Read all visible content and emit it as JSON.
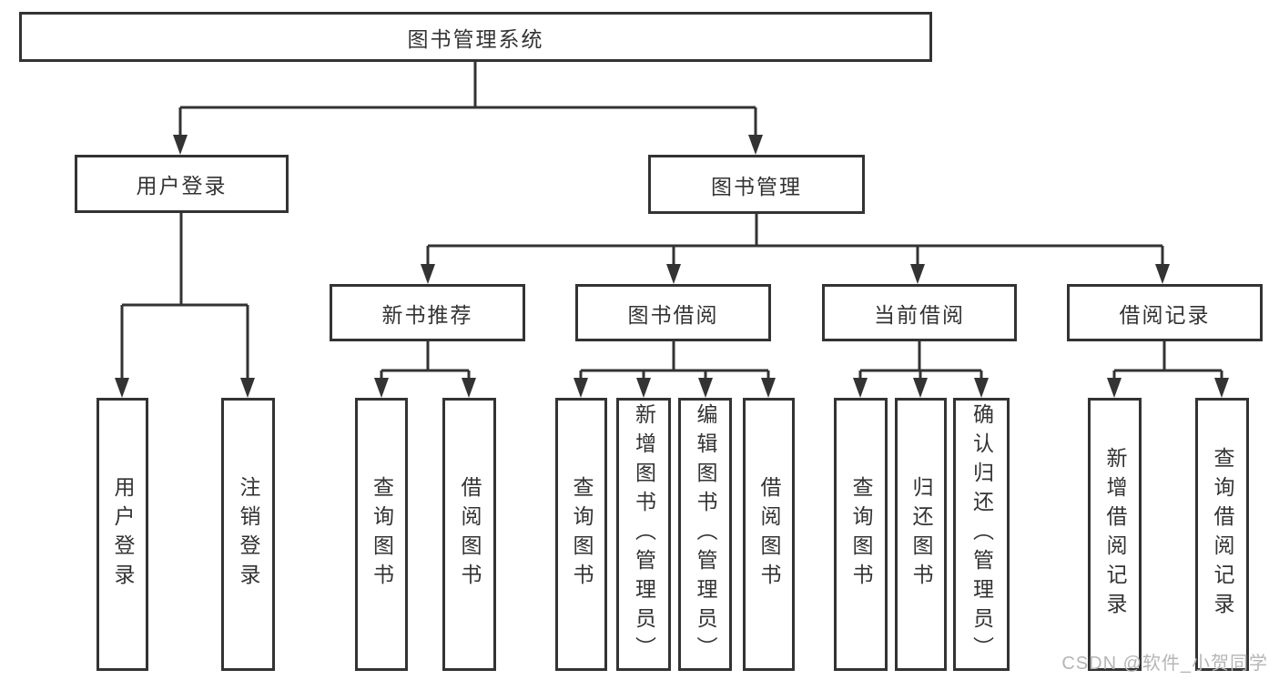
{
  "tree": {
    "label": "图书管理系统",
    "children": [
      {
        "label": "用户登录",
        "children": [
          {
            "label": "用户登录"
          },
          {
            "label": "注销登录"
          }
        ]
      },
      {
        "label": "图书管理",
        "children": [
          {
            "label": "新书推荐",
            "children": [
              {
                "label": "查询图书"
              },
              {
                "label": "借阅图书"
              }
            ]
          },
          {
            "label": "图书借阅",
            "children": [
              {
                "label": "查询图书"
              },
              {
                "label": "新增图书（管理员）"
              },
              {
                "label": "编辑图书（管理员）"
              },
              {
                "label": "借阅图书"
              }
            ]
          },
          {
            "label": "当前借阅",
            "children": [
              {
                "label": "查询图书"
              },
              {
                "label": "归还图书"
              },
              {
                "label": "确认归还（管理员）"
              }
            ]
          },
          {
            "label": "借阅记录",
            "children": [
              {
                "label": "新增借阅记录"
              },
              {
                "label": "查询借阅记录"
              }
            ]
          }
        ]
      }
    ]
  },
  "watermark": "CSDN @软件_小贺同学",
  "colors": {
    "line": "#333333",
    "box_border": "#333333",
    "box_fill": "#ffffff",
    "text": "#333333",
    "watermark": "#b5b5b5"
  }
}
